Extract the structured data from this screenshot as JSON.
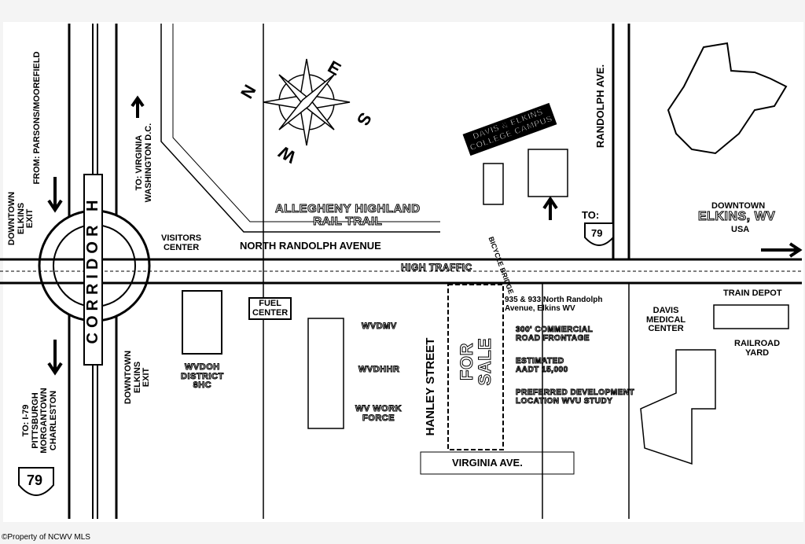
{
  "corridor": "CORRIDOR H",
  "labels": {
    "downtown_exit_left": "DOWNTOWN\nELKINS\nEXIT",
    "from_parsons": "FROM: PARSONS/MOOREFIELD",
    "to_virginia": "TO: VIRGINIA\nWASHINGTON D.C.",
    "visitors_center": "VISITORS\nCENTER",
    "north_randolph": "NORTH RANDOLPH AVENUE",
    "rail_trail": "ALLEGHENY HIGHLAND\nRAIL TRAIL",
    "high_traffic": "HIGH TRAFFIC",
    "bicycle_bridge": "BICYCLE BRIDGE",
    "college": "DAVIS & ELKINS\nCOLLEGE CAMPUS",
    "randolph_ave": "RANDOLPH AVE.",
    "to_79": "TO:",
    "downtown_elkins": "DOWNTOWN",
    "elkins_wv": "ELKINS, WV",
    "usa": "USA",
    "fuel_center": "FUEL\nCENTER",
    "wvdoh": "WVDOH\nDISTRICT\n8HC",
    "downtown_exit_bottom": "DOWNTOWN\nELKINS\nEXIT",
    "to_i79": "TO: I-79\nPITTSBURGH\nMORGANTOWN\nCHARLESTON",
    "wvdmv": "WVDMV",
    "wvdhhr": "WVDHHR",
    "wv_work_force": "WV WORK\nFORCE",
    "hanley_street": "HANLEY STREET",
    "for_sale": "FOR\nSALE",
    "virginia_ave": "VIRGINIA AVE.",
    "address": "935 & 933 North Randolph\nAvenue, Elkins WV",
    "bullets": [
      "300' COMMERCIAL\nROAD FRONTAGE",
      "ESTIMATED\nAADT 15,000",
      "PREFERRED DEVELOPMENT\nLOCATION WVU STUDY"
    ],
    "davis_medical": "DAVIS\nMEDICAL\nCENTER",
    "train_depot": "TRAIN DEPOT",
    "railroad_yard": "RAILROAD\nYARD",
    "interstate_number": "79",
    "compass": {
      "n": "N",
      "e": "E",
      "s": "S",
      "w": "W"
    }
  },
  "credit": "©Property of NCWV MLS"
}
